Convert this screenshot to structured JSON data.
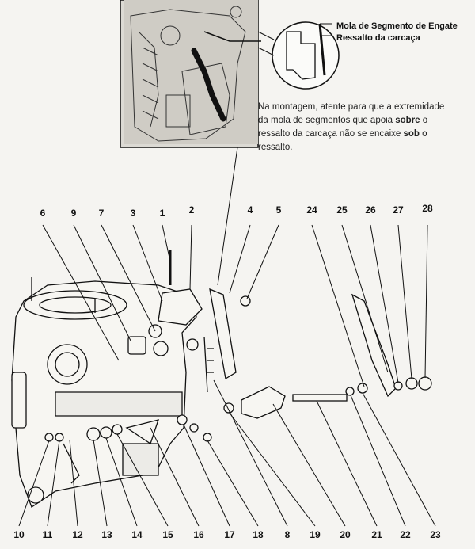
{
  "inset_callouts": {
    "spring": "Mola de Segmento de Engate",
    "shoulder": "Ressalto da carcaça"
  },
  "note": {
    "part1": "Na montagem, atente para que a extremidade da mola de segmentos que apoia ",
    "bold1": "sobre",
    "part2": " o ressalto da carcaça não se encaixe ",
    "bold2": "sob",
    "part3": " o ressalto."
  },
  "top_labels": [
    "6",
    "9",
    "7",
    "3",
    "1",
    "2",
    "4",
    "5",
    "24",
    "25",
    "26",
    "27",
    "28"
  ],
  "bottom_labels": [
    "10",
    "11",
    "12",
    "13",
    "14",
    "15",
    "16",
    "17",
    "18",
    "8",
    "19",
    "20",
    "21",
    "22",
    "23"
  ]
}
